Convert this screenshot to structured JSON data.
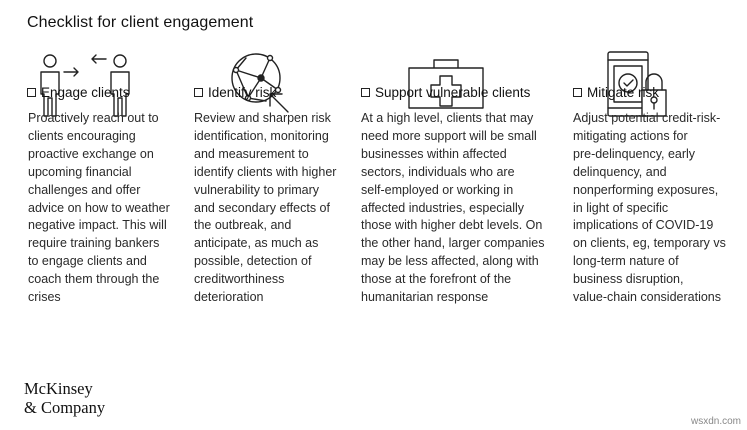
{
  "title": "Checklist for client engagement",
  "items": [
    {
      "heading": "Engage clients",
      "icon": "people-exchange-icon",
      "lines": [
        "Proactively reach out to",
        "clients encouraging",
        "proactive exchange on",
        "upcoming financial",
        "challenges and offer",
        "advice on how to weather",
        "negative impact. This will",
        "require training bankers",
        "to engage clients and",
        "coach them through the",
        "crises"
      ]
    },
    {
      "heading": "Identify risk",
      "icon": "network-globe-icon",
      "lines": [
        "Review and sharpen risk",
        "identification, monitoring",
        "and measurement to",
        "identify clients with higher",
        "vulnerability to primary",
        "and secondary effects of",
        "the outbreak, and",
        "anticipate, as much as",
        "possible, detection of",
        "creditworthiness",
        "deterioration"
      ]
    },
    {
      "heading": "Support vulnerable clients",
      "icon": "first-aid-kit-icon",
      "lines": [
        "At a high level, clients that may",
        "need more support will be small",
        "businesses within affected",
        "sectors, individuals who are",
        "self-employed or working in",
        "affected industries, especially",
        "those with higher debt levels. On",
        "the other hand, larger companies",
        "may be less affected, along with",
        "those at the forefront of the",
        "humanitarian response"
      ]
    },
    {
      "heading": "Mitigate risk",
      "icon": "secure-device-lock-icon",
      "lines": [
        "Adjust potential credit-risk-",
        "mitigating actions for",
        "pre-delinquency, early",
        "delinquency, and",
        "nonperforming exposures,",
        "in light of specific",
        "implications of COVID-19",
        "on clients, eg, temporary vs",
        "long-term nature of",
        "business disruption,",
        "value-chain considerations"
      ]
    }
  ],
  "logo": {
    "line1": "McKinsey",
    "line2": "& Company"
  },
  "watermark": "wsxdn.com"
}
